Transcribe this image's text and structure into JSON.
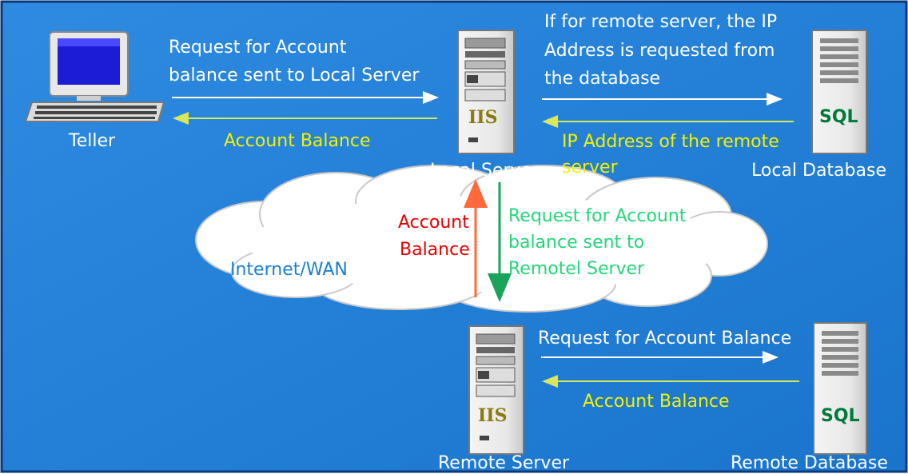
{
  "colors": {
    "background": "#1f7fd6",
    "white_text": "#ffffff",
    "yellow_text": "#f2f200",
    "green_text": "#24d67a",
    "red_text": "#e60000",
    "cloud_text": "#1a7fd0",
    "red_arrow": "#ff6a3d",
    "green_arrow": "#1aa35a"
  },
  "nodes": {
    "teller": "Teller",
    "local_server": "Local Server",
    "local_database": "Local Database",
    "remote_server": "Remote Server",
    "remote_database": "Remote Database",
    "cloud": "Internet/WAN",
    "iis_top": "IIS",
    "sql_top": "SQL",
    "iis_bottom": "IIS",
    "sql_bottom": "SQL"
  },
  "labels": {
    "teller_request_1": "Request for Account",
    "teller_request_2": "balance sent to Local Server",
    "teller_response": "Account Balance",
    "db_request_1": "If for remote server, the IP",
    "db_request_2": "Address is requested from",
    "db_request_3": "the database",
    "db_response_1": "IP Address of the remote",
    "db_response_2": "server",
    "wan_response_1": "Account",
    "wan_response_2": "Balance",
    "wan_request_1": "Request for Account",
    "wan_request_2": "balance sent to",
    "wan_request_3": "Remotel Server",
    "remote_request": "Request for Account Balance",
    "remote_response": "Account Balance"
  }
}
